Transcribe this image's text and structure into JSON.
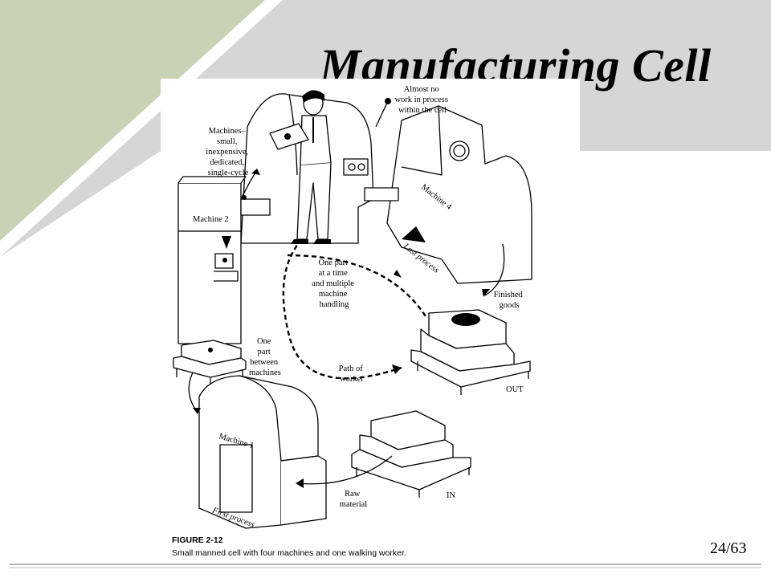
{
  "slide": {
    "title": "Manufacturing Cell",
    "page_number": "24/63",
    "colors": {
      "accent_green": "#c8d3b5",
      "gray_band": "#d6d6d6",
      "footer_line": "#9a9a9a"
    }
  },
  "figure": {
    "caption_label": "FIGURE 2-12",
    "caption_text": "Small manned cell with four machines and one walking worker.",
    "labels": {
      "machines_desc": [
        "Machines–",
        "small,",
        "inexpensive,",
        "dedicated,",
        "single-cycle"
      ],
      "wip": [
        "Almost no",
        "work in process",
        "within the cell"
      ],
      "machine_1": "Machine 1",
      "machine_2": "Machine 2",
      "machine_4": "Machine 4",
      "first_process": "First process",
      "last_process": "Last process",
      "one_part_multi": [
        "One part",
        "at a time",
        "and multiple",
        "machine",
        "handling"
      ],
      "one_part_between": [
        "One",
        "part",
        "between",
        "machines"
      ],
      "path_of_worker": [
        "Path of",
        "worker"
      ],
      "finished_goods": [
        "Finished",
        "goods"
      ],
      "out": "OUT",
      "in": "IN",
      "raw_material": [
        "Raw",
        "material"
      ]
    }
  }
}
